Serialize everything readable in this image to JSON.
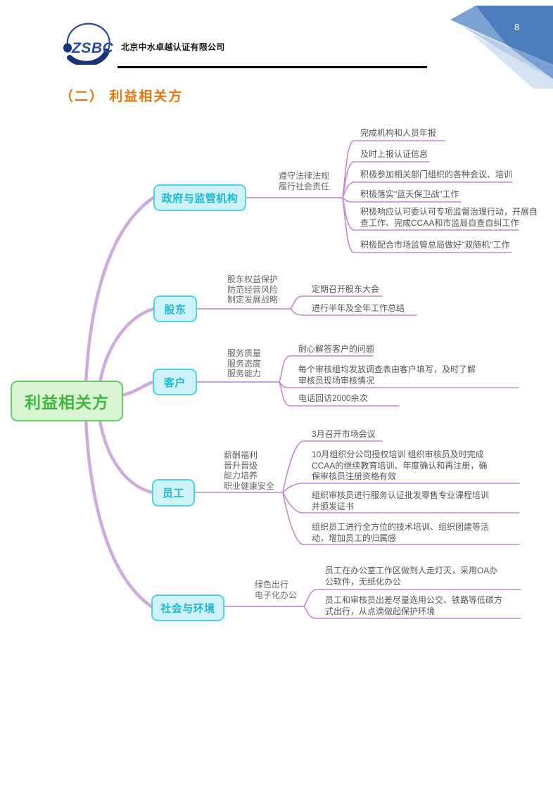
{
  "page": {
    "number": "8",
    "logo_text": "ZSBC",
    "company_name": "北京中水卓越认证有限公司",
    "section_title": "（二） 利益相关方"
  },
  "colors": {
    "title_orange": "#E8760D",
    "node_border_cyan": "#52D0E6",
    "node_fill_cyan": "#CDF2FA",
    "node_text_cyan": "#1CB8D2",
    "root_border_green": "#67CD66",
    "root_fill_green": "#D9F4D3",
    "root_text_green": "#3EB93E",
    "branch_line_purple": "#C49AD6",
    "leaf_text_gray": "#555555",
    "decor_blue_dark": "#4D7DBD",
    "decor_blue_mid": "#7BA2D3",
    "decor_blue_light": "#AFC8E6"
  },
  "mindmap": {
    "root_label": "利益相关方",
    "branches": [
      {
        "label": "政府与监管机构",
        "note": "遵守法律法规\n履行社会责任",
        "leaves": [
          "完成机构和人员年报",
          "及时上报认证信息",
          "积极参加相关部门组织的各种会议、培训",
          "积极落实\"蓝天保卫战\"工作",
          "积极响应认可委认可专项监督治理行动，开展自\n查工作、完成CCAA和市监局自查自纠工作",
          "积极配合市场监管总局做好\"双随机\"工作"
        ]
      },
      {
        "label": "股东",
        "note": "股东权益保护\n防范经营风险\n制定发展战略",
        "leaves": [
          "定期召开股东大会",
          "进行半年及全年工作总结"
        ]
      },
      {
        "label": "客户",
        "note": "服务质量\n服务态度\n服务能力",
        "leaves": [
          "耐心解答客户的问题",
          "每个审核组均发放调查表由客户填写，及时了解\n审核员现场审核情况",
          "电话回访2000余次"
        ]
      },
      {
        "label": "员工",
        "note": "薪酬福利\n晋升晋级\n能力培养\n职业健康安全",
        "leaves": [
          "3月召开市场会议",
          "10月组织分公司授权培训 组织审核员及时完成\nCCAA的继续教育培训、年度确认和再注册，确\n保审核员注册资格有效",
          "组织审核员进行服务认证批发零售专业课程培训\n并颁发证书",
          "组织员工进行全方位的技术培训、组织团建等活\n动，增加员工的归属感"
        ]
      },
      {
        "label": "社会与环境",
        "note": "绿色出行\n电子化办公",
        "leaves": [
          "员工在办公室工作区做到人走灯灭，采用OA办\n公软件，无纸化办公",
          "员工和审核员出差尽量选用公交、铁路等低碳方\n式出行，从点滴做起保护环境"
        ]
      }
    ]
  }
}
